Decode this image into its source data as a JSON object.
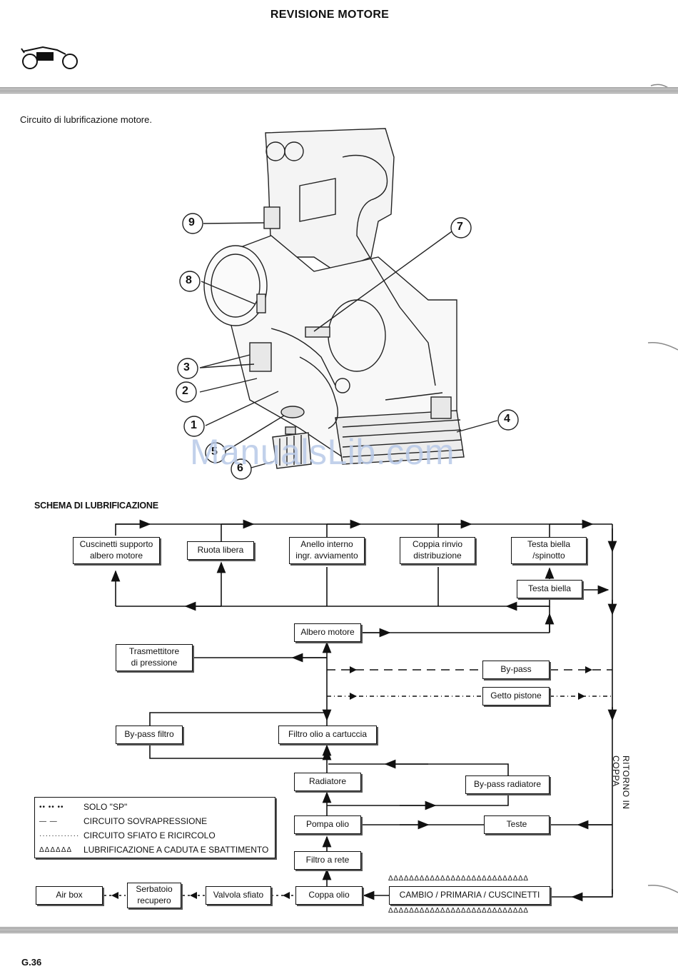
{
  "header": {
    "title": "REVISIONE MOTORE"
  },
  "figure": {
    "caption": "Circuito di lubrificazione motore.",
    "callouts": [
      "9",
      "8",
      "7",
      "3",
      "2",
      "1",
      "5",
      "6",
      "4"
    ]
  },
  "schema": {
    "title": "SCHEMA DI LUBRIFICAZIONE",
    "boxes": {
      "cuscinetti": "Cuscinetti supporto\nalbero motore",
      "ruota_libera": "Ruota libera",
      "anello": "Anello interno\ningr. avviamento",
      "coppia_rinvio": "Coppia rinvio\ndistribuzione",
      "testa_biella_spinotto": "Testa biella\n/spinotto",
      "testa_biella": "Testa biella",
      "albero_motore": "Albero motore",
      "trasmettitore": "Trasmettitore\ndi pressione",
      "bypass": "By-pass",
      "getto_pistone": "Getto pistone",
      "bypass_filtro": "By-pass filtro",
      "filtro_cartuccia": "Filtro olio a cartuccia",
      "radiatore": "Radiatore",
      "bypass_radiatore": "By-pass radiatore",
      "pompa_olio": "Pompa olio",
      "teste": "Teste",
      "filtro_rete": "Filtro a rete",
      "air_box": "Air box",
      "serbatoio": "Serbatoio\nrecupero",
      "valvola_sfiato": "Valvola sfiato",
      "coppa_olio": "Coppa olio",
      "cambio": "CAMBIO / PRIMARIA / CUSCINETTI"
    },
    "drop_row": "ΔΔΔΔΔΔΔΔΔΔΔΔΔΔΔΔΔΔΔΔΔΔΔΔΔΔΔ",
    "return_label": "RITORNO IN COPPA",
    "legend": [
      {
        "symbol": "••  ••  ••",
        "label": "SOLO \"SP\""
      },
      {
        "symbol": "— —",
        "label": "CIRCUITO SOVRAPRESSIONE"
      },
      {
        "symbol": "·············",
        "label": "CIRCUITO SFIATO E RICIRCOLO"
      },
      {
        "symbol": "ΔΔΔΔΔΔ",
        "label": "LUBRIFICAZIONE A CADUTA E SBATTIMENTO"
      }
    ]
  },
  "footer": {
    "page_number": "G.36"
  },
  "watermark": "ManualsLib.com"
}
